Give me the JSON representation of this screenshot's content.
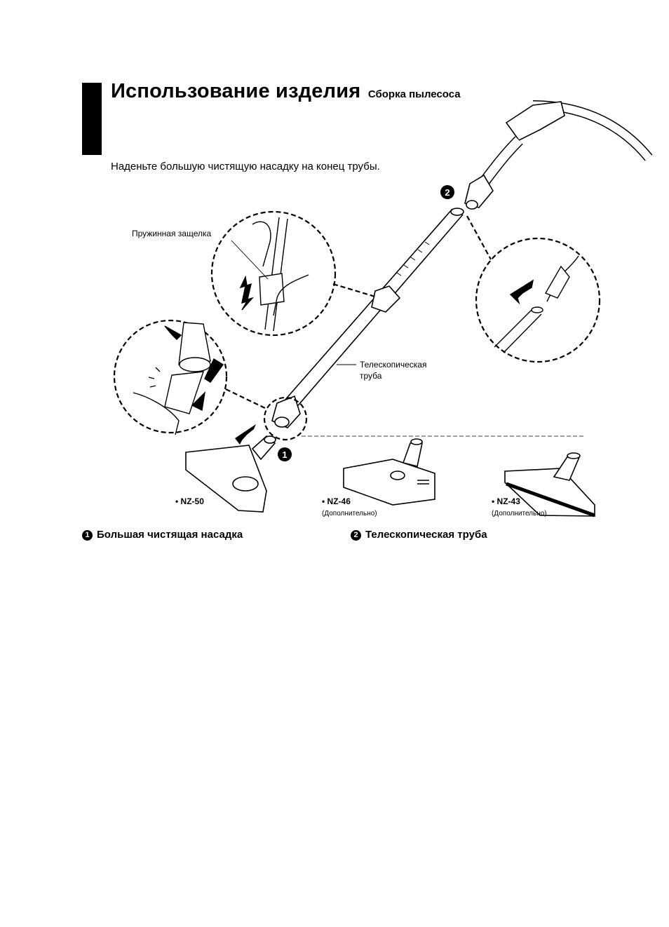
{
  "header": {
    "title": "Использование изделия",
    "subtitle": "Сборка пылесоса"
  },
  "instruction": "Наденьте большую чистящую насадку на конец трубы.",
  "figure": {
    "labels": {
      "spring_latch": "Пружинная защелка",
      "telescopic_line1": "Телескопическая",
      "telescopic_line2": "труба"
    },
    "markers": [
      "1",
      "2"
    ],
    "nozzles": [
      {
        "model": "• NZ-50",
        "note": ""
      },
      {
        "model": "• NZ-46",
        "note": "(Дополнительно)"
      },
      {
        "model": "• NZ-43",
        "note": "(Дополнительно)"
      }
    ]
  },
  "captions": [
    {
      "num": "1",
      "text": "Большая чистящая насадка"
    },
    {
      "num": "2",
      "text": "Телескопическая труба"
    }
  ]
}
